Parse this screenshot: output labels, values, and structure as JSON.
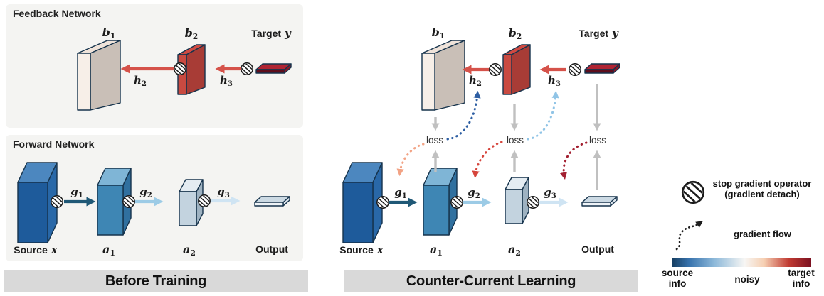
{
  "colors": {
    "panel-bg": "#f4f4f2",
    "caption-bg": "#d9d9d9",
    "outline": "#16334c",
    "src-front": "#1e5b9b",
    "src-top": "#4c87bf",
    "src-side": "#2968a8",
    "a1-front": "#3e86b4",
    "a1-top": "#7fb5d6",
    "a1-side": "#30709f",
    "a2-front": "#c3d3df",
    "a2-top": "#e4ecf2",
    "a2-side": "#9eb2c1",
    "b1-strip": "#f7efe8",
    "b1-top": "#efe3da",
    "b1-broad": "#c9bfb7",
    "b2-strip": "#c94a41",
    "b2-top": "#d04a42",
    "b2-broad": "#a83c36",
    "tgt-front": "#5d0d1c",
    "tgt-top": "#b02433",
    "tgt-end": "#8c1626",
    "out-front": "#eef3f7",
    "out-top": "#ccdae4",
    "out-end": "#dde6ee",
    "red-arrow": "#d5524a",
    "g1-arrow": "#1f5876",
    "g2-arrow": "#9ccbe6",
    "g3-arrow": "#cfe4f3",
    "grey-arrow": "#c0c0c0",
    "dot-blue": "#2e5fa3",
    "dot-lblue": "#90c4e6",
    "dot-salmon": "#f2a385",
    "dot-red": "#d6453c",
    "dot-dred": "#a32031",
    "cbar-left": "#173f63",
    "cbar-mid": "#f7f6f4",
    "cbar-right": "#7c1121"
  },
  "panels": {
    "left": {
      "feedback_title": "Feedback Network",
      "forward_title": "Forward Network",
      "caption": "Before Training"
    },
    "middle": {
      "caption": "Counter-Current Learning"
    }
  },
  "labels": {
    "b1": {
      "base": "b",
      "sub": "1"
    },
    "b2": {
      "base": "b",
      "sub": "2"
    },
    "h2": {
      "base": "h",
      "sub": "2"
    },
    "h3": {
      "base": "h",
      "sub": "3"
    },
    "g1": {
      "base": "g",
      "sub": "1"
    },
    "g2": {
      "base": "g",
      "sub": "2"
    },
    "g3": {
      "base": "g",
      "sub": "3"
    },
    "a1": {
      "base": "a",
      "sub": "1"
    },
    "a2": {
      "base": "a",
      "sub": "2"
    },
    "target": {
      "word": "Target",
      "var": "y"
    },
    "source": {
      "word": "Source",
      "var": "x"
    },
    "output": "Output",
    "loss": "loss"
  },
  "legend": {
    "stop_line1": "stop gradient operator",
    "stop_line2": "(gradient detach)",
    "flow": "gradient flow",
    "cbar_left_1": "source",
    "cbar_left_2": "info",
    "cbar_mid": "noisy",
    "cbar_right_1": "target",
    "cbar_right_2": "info"
  }
}
